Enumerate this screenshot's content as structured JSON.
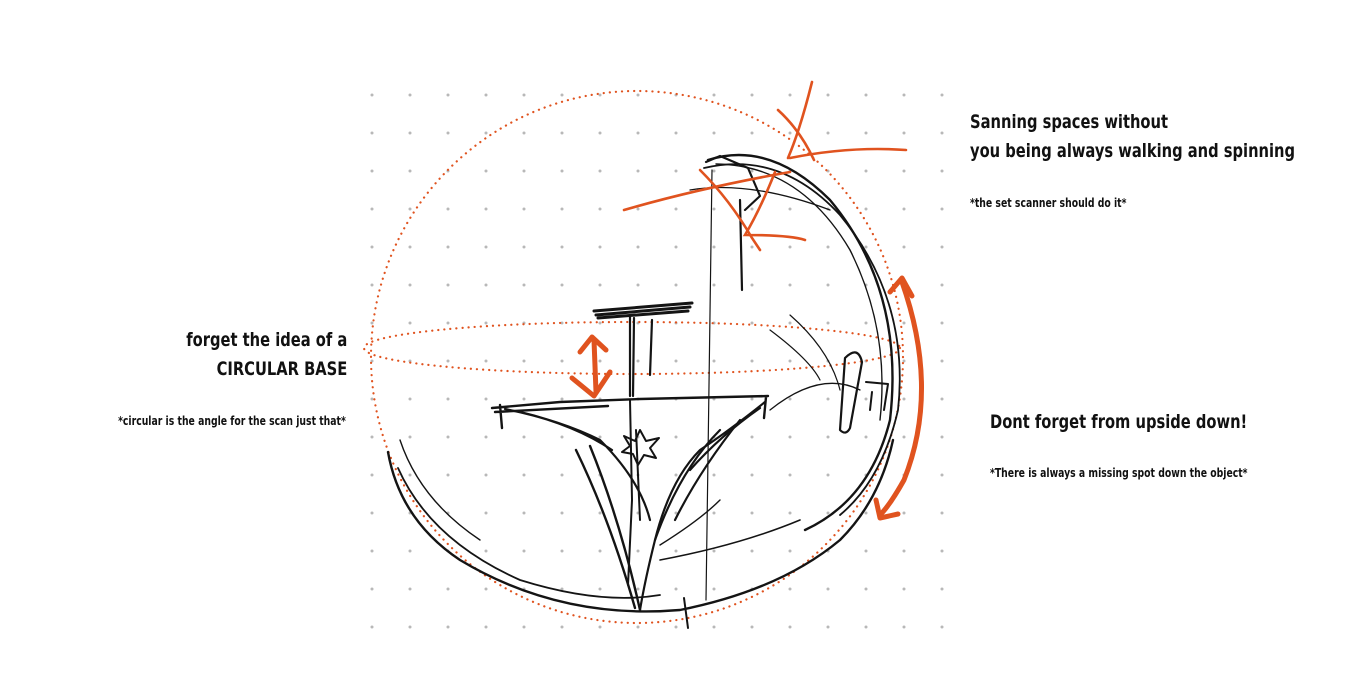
{
  "notes": {
    "top_right": {
      "line1": "Sanning spaces without",
      "line2": "you being always walking and spinning",
      "footnote": "*the set scanner should do it*"
    },
    "left": {
      "line1": "forget the idea of a",
      "line2": "CIRCULAR BASE",
      "footnote": "*circular is the angle for the scan just that*"
    },
    "bottom_right": {
      "title": "Dont forget from upside down!",
      "footnote": "*There is always a missing spot down the object*"
    }
  },
  "colors": {
    "accent": "#e0531f",
    "ink": "#141414",
    "dot_grid": "#b8b8b8"
  },
  "icons": [
    "double-arrow-vertical-icon",
    "curved-double-arrow-icon",
    "cross-out-marks-icon"
  ]
}
